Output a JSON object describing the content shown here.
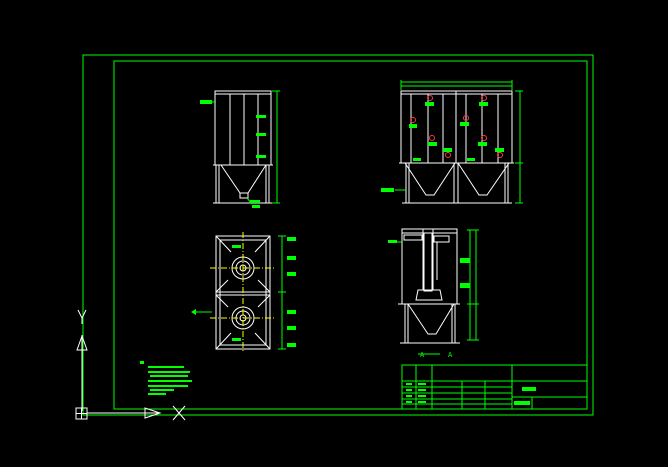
{
  "drawing": {
    "background": "#000000",
    "colors": {
      "frame": "#00ff00",
      "part": "#ffffff",
      "center": "#ffff00",
      "mark": "#ff3b3b"
    },
    "section_label": "A — A",
    "section_letter_left": "A",
    "section_letter_right": "A",
    "ucs": {
      "y_label": "Y",
      "x_label": "X"
    },
    "title_block": {
      "title": "████"
    }
  }
}
